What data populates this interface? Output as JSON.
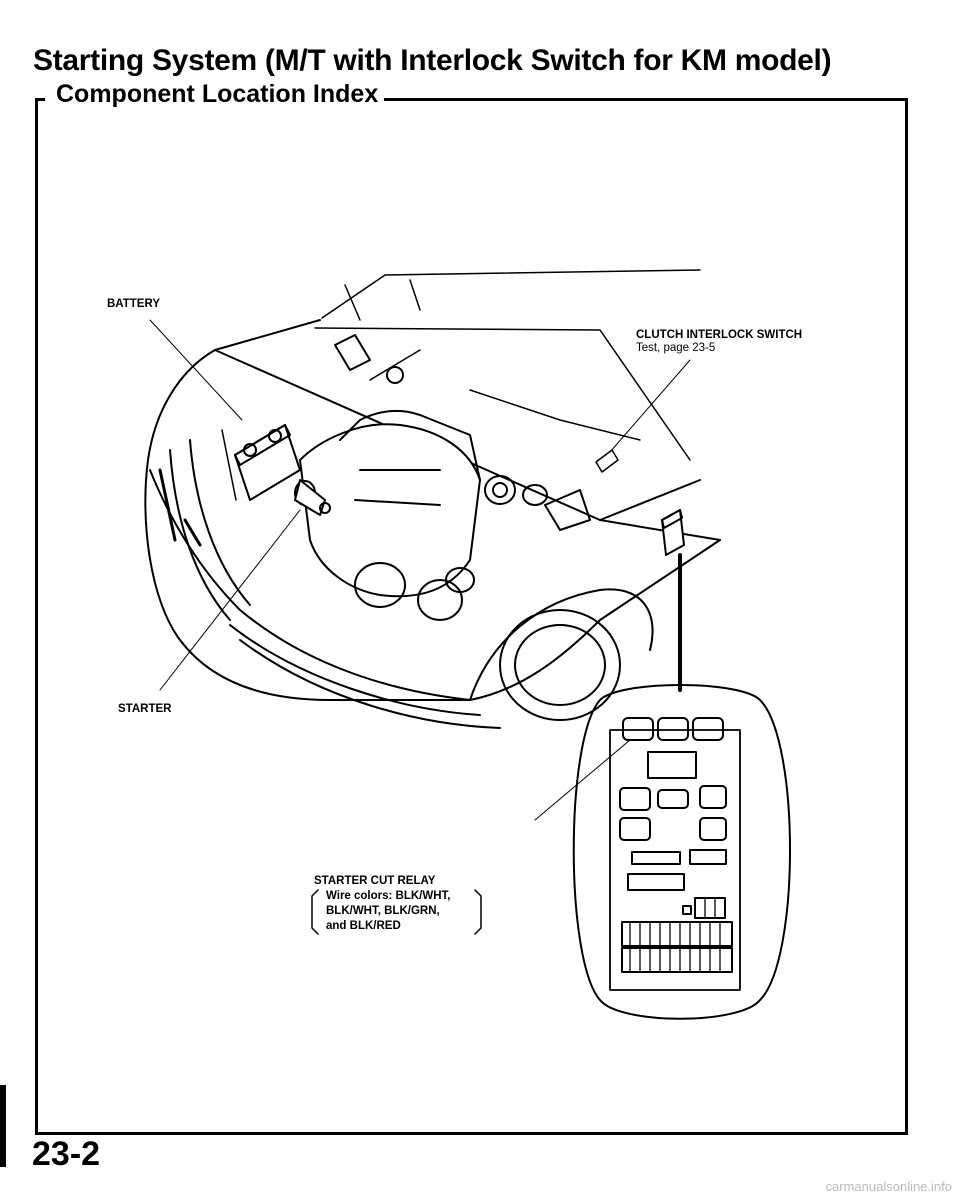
{
  "header": {
    "title": "Starting System (M/T with Interlock Switch for KM model)"
  },
  "section": {
    "title": "Component Location Index"
  },
  "labels": {
    "battery": "BATTERY",
    "clutch_switch": "CLUTCH INTERLOCK SWITCH",
    "clutch_test": "Test, page 23-5",
    "starter": "STARTER",
    "relay_title": "STARTER CUT RELAY",
    "relay_colors_1": "Wire colors: BLK/WHT,",
    "relay_colors_2": "BLK/WHT, BLK/GRN,",
    "relay_colors_3": "and BLK/RED"
  },
  "footer": {
    "page_number": "23-2",
    "watermark": "carmanualsonline.info"
  }
}
